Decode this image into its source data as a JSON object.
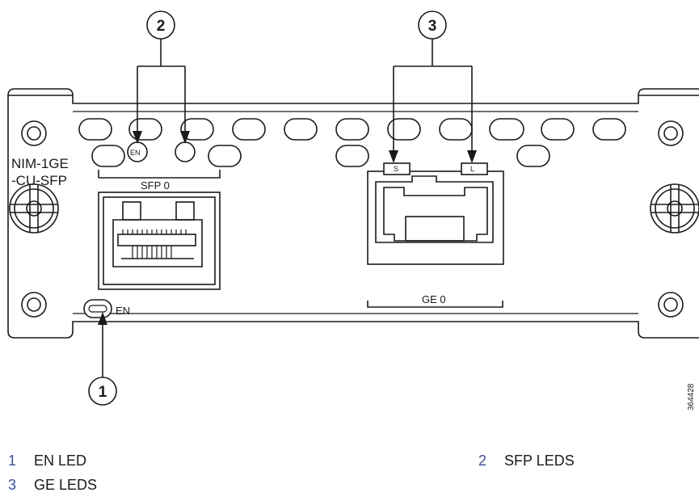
{
  "module": {
    "label_line1": "NIM-1GE",
    "label_line2": "-CU-SFP",
    "sfp_port_label": "SFP 0",
    "ge_port_label": "GE 0",
    "en_led_label": "EN",
    "sfp_led_left_label": "EN",
    "ge_led_left_label": "S",
    "ge_led_right_label": "L"
  },
  "callouts": [
    {
      "number": "1",
      "target": "EN LED"
    },
    {
      "number": "2",
      "target": "SFP LEDS"
    },
    {
      "number": "3",
      "target": "GE LEDS"
    }
  ],
  "figure_id": "364428",
  "legend": [
    {
      "number": "1",
      "label": "EN LED"
    },
    {
      "number": "2",
      "label": "SFP LEDS"
    },
    {
      "number": "3",
      "label": "GE LEDS"
    }
  ],
  "colors": {
    "line": "#1a1a1a",
    "legend_number": "#3d4e9a"
  }
}
